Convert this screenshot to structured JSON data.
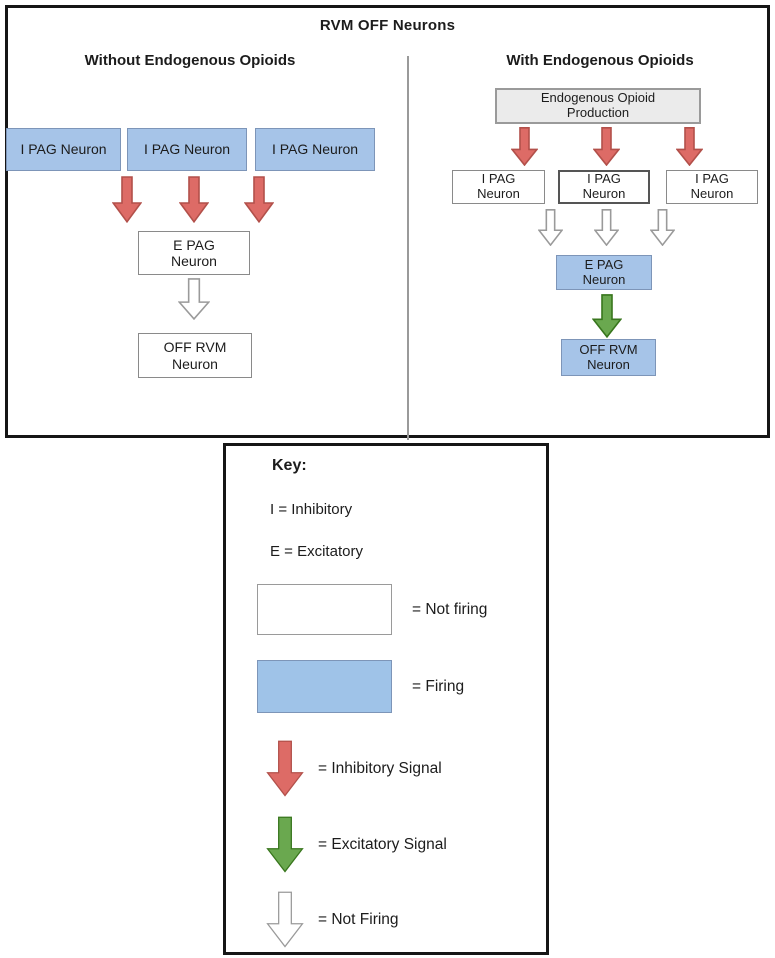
{
  "title": "RVM OFF Neurons",
  "left_panel": {
    "heading": "Without Endogenous Opioids",
    "pag_boxes": [
      "I PAG Neuron",
      "I PAG Neuron",
      "I PAG Neuron"
    ],
    "epag_box": {
      "line1": "E PAG",
      "line2": "Neuron"
    },
    "offrvm_box": {
      "line1": "OFF RVM",
      "line2": "Neuron"
    }
  },
  "right_panel": {
    "heading": "With Endogenous Opioids",
    "opioid_box": {
      "line1": "Endogenous Opioid",
      "line2": "Production"
    },
    "pag_boxes": [
      {
        "line1": "I PAG",
        "line2": "Neuron"
      },
      {
        "line1": "I PAG",
        "line2": "Neuron"
      },
      {
        "line1": "I PAG",
        "line2": "Neuron"
      }
    ],
    "epag_box": {
      "line1": "E PAG",
      "line2": "Neuron"
    },
    "offrvm_box": {
      "line1": "OFF RVM",
      "line2": "Neuron"
    }
  },
  "key": {
    "heading": "Key:",
    "definitions": [
      "I = Inhibitory",
      "E = Excitatory"
    ],
    "items": [
      {
        "symbol": "white-box",
        "label": "= Not firing"
      },
      {
        "symbol": "blue-box",
        "label": "= Firing"
      },
      {
        "symbol": "red-arrow",
        "label": "= Inhibitory Signal"
      },
      {
        "symbol": "green-arrow",
        "label": "= Excitatory Signal"
      },
      {
        "symbol": "white-arrow",
        "label": "= Not Firing"
      }
    ]
  },
  "colors": {
    "firing_fill": "#a6c4e8",
    "not_firing_fill": "#ffffff",
    "inhibitory_arrow": "#dd6b66",
    "excitatory_arrow": "#6aa84f",
    "opioid_box_fill": "#ebebeb",
    "frame_border": "#161616"
  }
}
